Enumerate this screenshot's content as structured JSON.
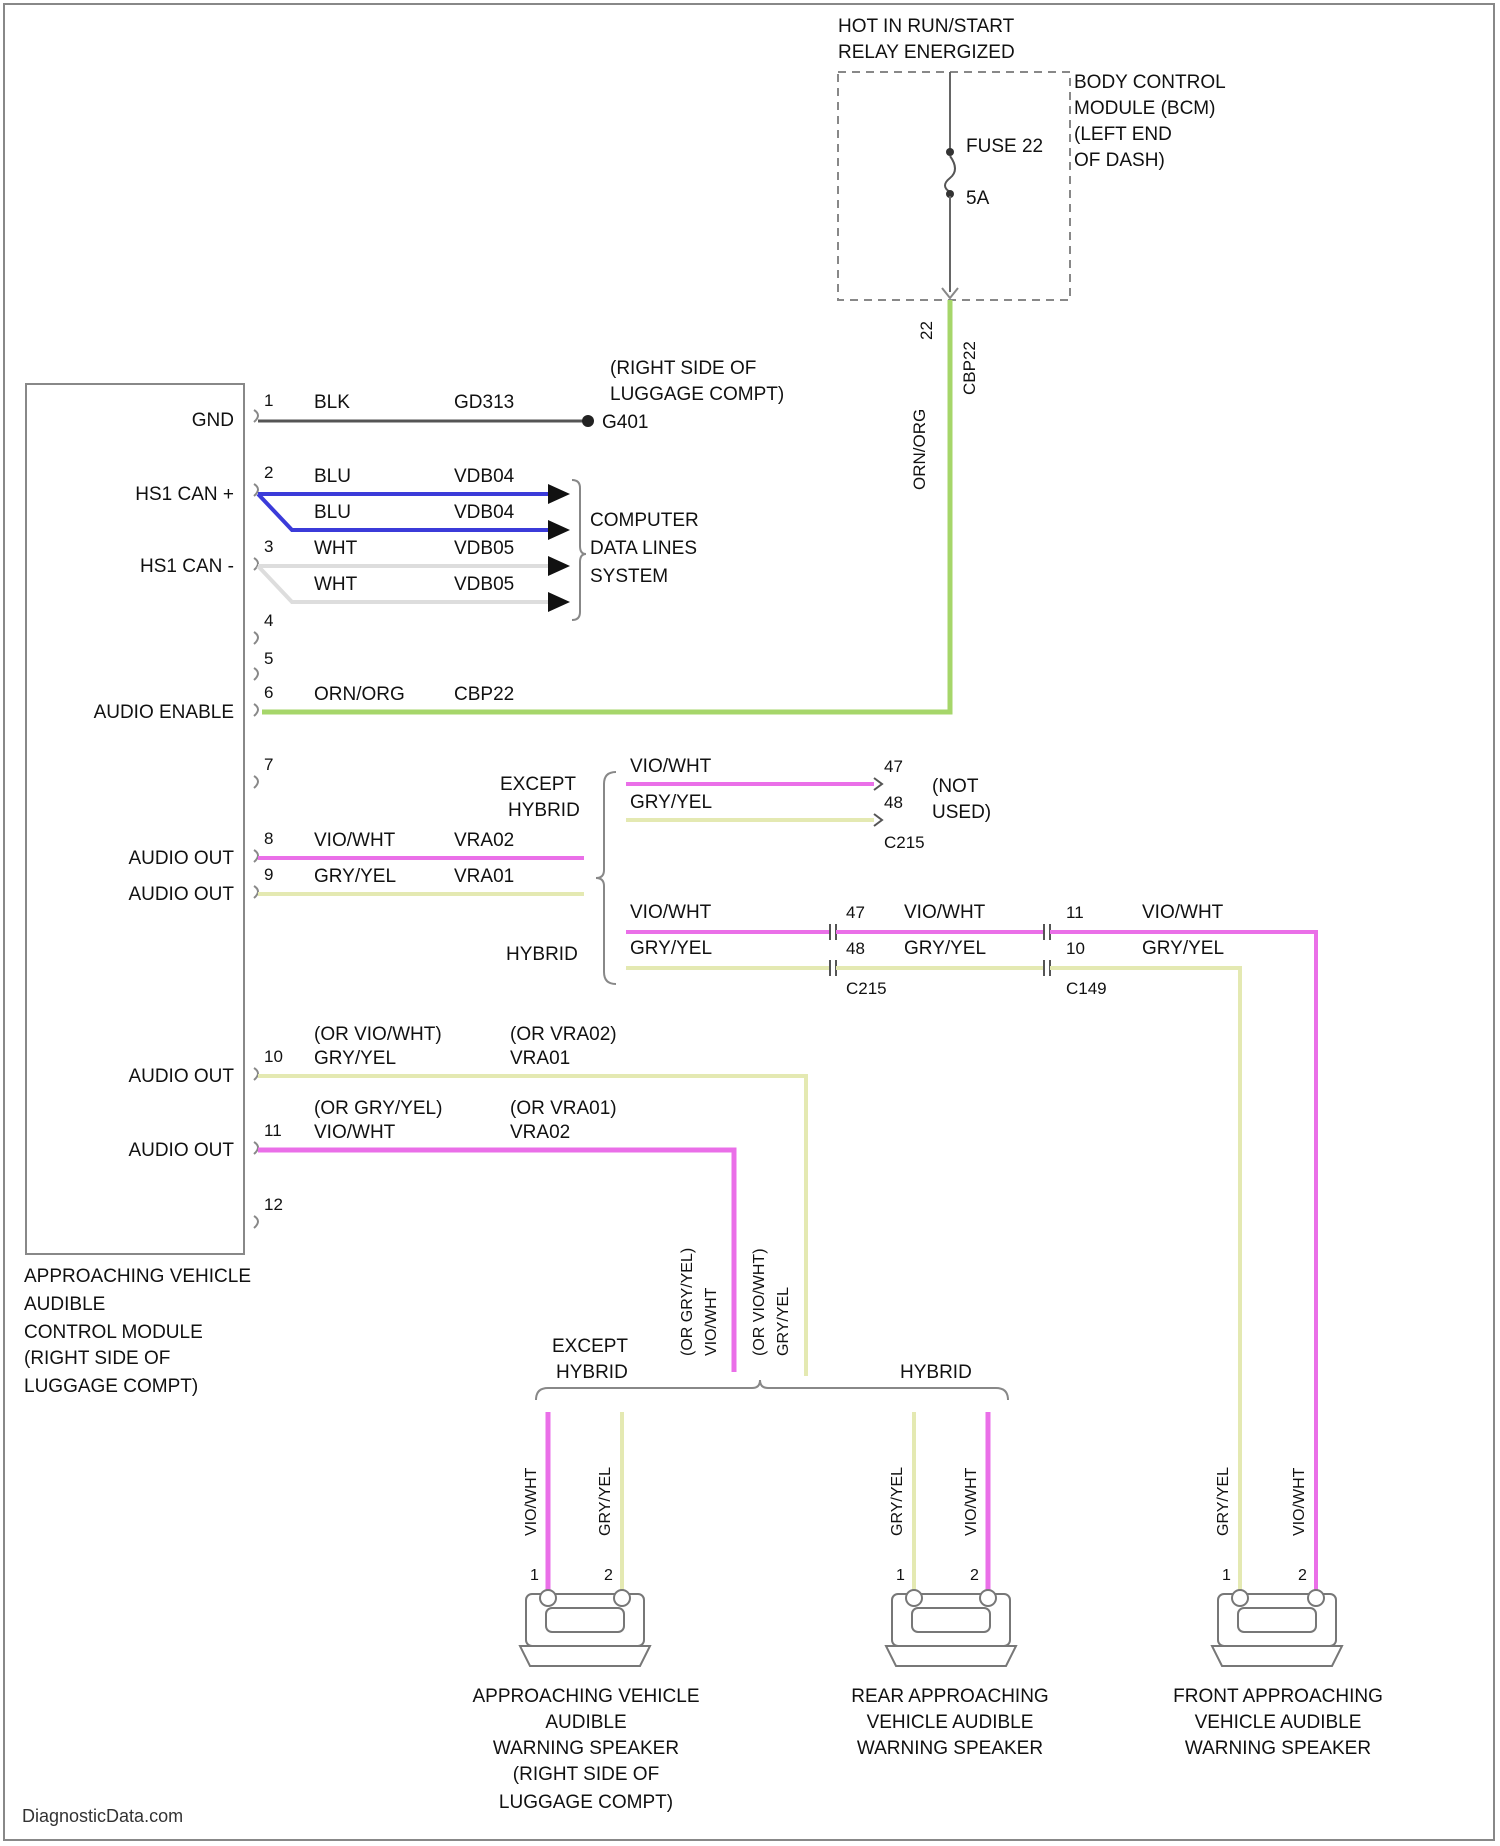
{
  "colors": {
    "blue": "#3b3bd9",
    "pink": "#ea6fe8",
    "yellow": "#e4e9b2",
    "green": "#a6d66a",
    "black": "#555555",
    "white": "#dddddd"
  },
  "top": {
    "hot_line1": "HOT IN RUN/START",
    "hot_line2": "RELAY ENERGIZED",
    "bcm_line1": "BODY CONTROL",
    "bcm_line2": "MODULE (BCM)",
    "bcm_line3": "(LEFT END",
    "bcm_line4": "OF DASH)",
    "fuse_label": "FUSE 22",
    "fuse_rating": "5A",
    "pin_22": "22",
    "vert_wire_color": "ORN/ORG",
    "vert_wire_circuit": "CBP22"
  },
  "ground": {
    "loc_line1": "(RIGHT SIDE OF",
    "loc_line2": "LUGGAGE COMPT)",
    "ground_id": "G401"
  },
  "data_lines": {
    "line1": "COMPUTER",
    "line2": "DATA LINES",
    "line3": "SYSTEM"
  },
  "module": {
    "name_line1": "APPROACHING VEHICLE",
    "name_line2": "AUDIBLE",
    "name_line3": "CONTROL MODULE",
    "name_line4": "(RIGHT SIDE OF",
    "name_line5": "LUGGAGE COMPT)",
    "pins": [
      {
        "num": "1",
        "name": "GND",
        "color": "BLK",
        "circuit": "GD313"
      },
      {
        "num": "2",
        "name": "HS1 CAN +",
        "color": "BLU",
        "circuit": "VDB04"
      },
      {
        "num": "",
        "name": "",
        "color": "BLU",
        "circuit": "VDB04"
      },
      {
        "num": "3",
        "name": "HS1 CAN -",
        "color": "WHT",
        "circuit": "VDB05"
      },
      {
        "num": "",
        "name": "",
        "color": "WHT",
        "circuit": "VDB05"
      },
      {
        "num": "4",
        "name": "",
        "color": "",
        "circuit": ""
      },
      {
        "num": "5",
        "name": "",
        "color": "",
        "circuit": ""
      },
      {
        "num": "6",
        "name": "AUDIO ENABLE",
        "color": "ORN/ORG",
        "circuit": "CBP22"
      },
      {
        "num": "7",
        "name": "",
        "color": "",
        "circuit": ""
      },
      {
        "num": "8",
        "name": "AUDIO OUT",
        "color": "VIO/WHT",
        "circuit": "VRA02"
      },
      {
        "num": "9",
        "name": "AUDIO OUT",
        "color": "GRY/YEL",
        "circuit": "VRA01"
      },
      {
        "num": "10",
        "name": "AUDIO OUT",
        "color_alt": "(OR VIO/WHT)",
        "color": "GRY/YEL",
        "circuit_alt": "(OR VRA02)",
        "circuit": "VRA01"
      },
      {
        "num": "11",
        "name": "AUDIO OUT",
        "color_alt": "(OR GRY/YEL)",
        "color": "VIO/WHT",
        "circuit_alt": "(OR VRA01)",
        "circuit": "VRA02"
      },
      {
        "num": "12",
        "name": "",
        "color": "",
        "circuit": ""
      }
    ]
  },
  "branches": {
    "except_hybrid_line1": "EXCEPT",
    "except_hybrid_line2": "HYBRID",
    "hybrid": "HYBRID",
    "except_rows": [
      {
        "color": "VIO/WHT",
        "pin": "47"
      },
      {
        "color": "GRY/YEL",
        "pin": "48"
      }
    ],
    "connector_c215": "C215",
    "not_used_line1": "(NOT",
    "not_used_line2": "USED)",
    "hybrid_rows": [
      {
        "color": "VIO/WHT",
        "pin": "47",
        "color2": "VIO/WHT",
        "pin2": "11",
        "color3": "VIO/WHT"
      },
      {
        "color": "GRY/YEL",
        "pin": "48",
        "color2": "GRY/YEL",
        "pin2": "10",
        "color3": "GRY/YEL"
      }
    ],
    "connector_c149": "C149"
  },
  "lower": {
    "vert_labels": [
      "(OR GRY/YEL)",
      "VIO/WHT",
      "(OR VIO/WHT)",
      "GRY/YEL"
    ],
    "except_hybrid_line1": "EXCEPT",
    "except_hybrid_line2": "HYBRID",
    "hybrid": "HYBRID"
  },
  "speakers": [
    {
      "wire_a": "VIO/WHT",
      "wire_b": "GRY/YEL",
      "pin_a": "1",
      "pin_b": "2",
      "name_line1": "APPROACHING VEHICLE",
      "name_line2": "AUDIBLE",
      "name_line3": "WARNING SPEAKER",
      "name_line4": "(RIGHT SIDE OF",
      "name_line5": "LUGGAGE COMPT)"
    },
    {
      "wire_a": "GRY/YEL",
      "wire_b": "VIO/WHT",
      "pin_a": "1",
      "pin_b": "2",
      "name_line1": "REAR APPROACHING",
      "name_line2": "VEHICLE AUDIBLE",
      "name_line3": "WARNING SPEAKER",
      "name_line4": "",
      "name_line5": ""
    },
    {
      "wire_a": "GRY/YEL",
      "wire_b": "VIO/WHT",
      "pin_a": "1",
      "pin_b": "2",
      "name_line1": "FRONT APPROACHING",
      "name_line2": "VEHICLE AUDIBLE",
      "name_line3": "WARNING SPEAKER",
      "name_line4": "",
      "name_line5": ""
    }
  ],
  "watermark": "DiagnosticData.com"
}
